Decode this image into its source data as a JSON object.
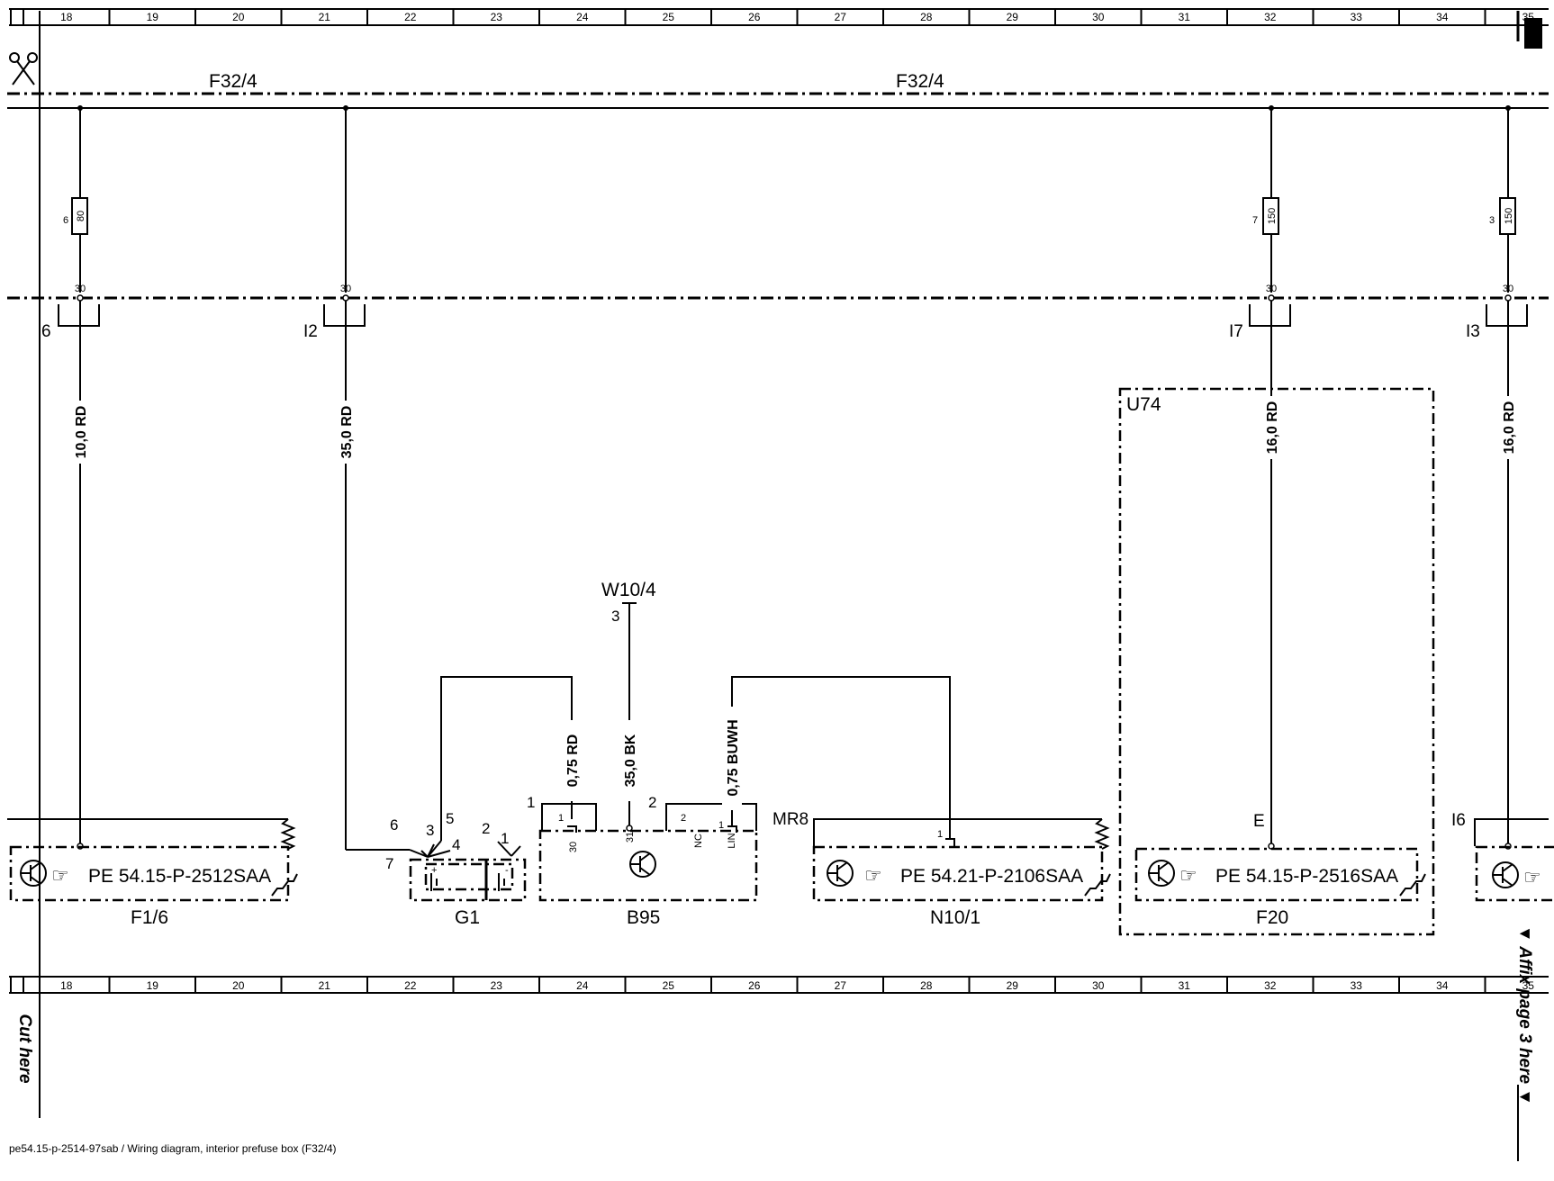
{
  "grid": {
    "columns": [
      "18",
      "19",
      "20",
      "21",
      "22",
      "23",
      "24",
      "25",
      "26",
      "27",
      "28",
      "29",
      "30",
      "31",
      "32",
      "33",
      "34",
      "35"
    ]
  },
  "bus": {
    "left_label": "F32/4",
    "right_label": "F32/4"
  },
  "fuses": [
    {
      "id": "fuse-6",
      "amp": "80",
      "pos": "6"
    },
    {
      "id": "fuse-7",
      "amp": "150",
      "pos": "7"
    },
    {
      "id": "fuse-3",
      "amp": "150",
      "pos": "3"
    }
  ],
  "terminals": {
    "t30": "30"
  },
  "connectors": {
    "c6": "6",
    "c12": "I2",
    "c17": "I7",
    "c13": "I3"
  },
  "wires": {
    "w1": "10,0 RD",
    "w2": "35,0 RD",
    "w3": "16,0 RD",
    "w4": "16,0 RD",
    "w5": "0,75 RD",
    "w6": "35,0 BK",
    "w7": "0,75 BUWH"
  },
  "ground": {
    "label": "W10/4",
    "pin": "3"
  },
  "module": {
    "label": "U74"
  },
  "components": {
    "f16": {
      "label": "F1/6",
      "ref": "PE 54.15-P-2512SAA"
    },
    "g1": {
      "label": "G1",
      "pins": {
        "p6": "6",
        "p3": "3",
        "p5": "5",
        "p4": "4",
        "p7": "7",
        "p2": "2",
        "p1": "1"
      },
      "plus": "+",
      "minus": "-"
    },
    "b95": {
      "label": "B95",
      "pin_a": "1",
      "pin_b": "2",
      "inner_1": "1",
      "inner_2": "2",
      "inner_1b": "1",
      "t30": "30",
      "t31": "31",
      "nc": "NC",
      "lin": "LIN"
    },
    "n101": {
      "label": "N10/1",
      "ref": "PE 54.21-P-2106SAA",
      "conn": "MR8",
      "pin": "1"
    },
    "f20": {
      "label": "F20",
      "ref": "PE 54.15-P-2516SAA",
      "pin": "E"
    },
    "i6": {
      "conn": "I6"
    }
  },
  "notes": {
    "cut_here": "Cut here",
    "affix": "▼ Affix page 3 here ▼"
  },
  "footer": {
    "caption": "pe54.15-p-2514-97sab / Wiring diagram, interior prefuse box (F32/4)"
  }
}
